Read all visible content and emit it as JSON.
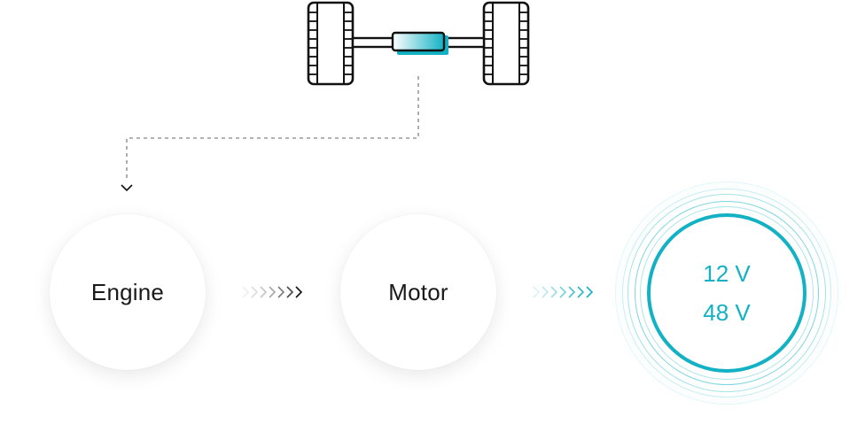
{
  "nodes": {
    "engine": "Engine",
    "motor": "Motor",
    "battery_line1": "12 V",
    "battery_line2": "48 V"
  },
  "colors": {
    "accent": "#12b2c4",
    "text": "#1a1a1a",
    "dash": "#9a9a9a",
    "outline": "#111111"
  },
  "icons": {
    "axle": "axle-with-wheels-icon",
    "arrow_gray": "chevron-right-icon",
    "arrow_teal": "chevron-right-icon",
    "connector_arrow": "chevron-down-icon"
  }
}
